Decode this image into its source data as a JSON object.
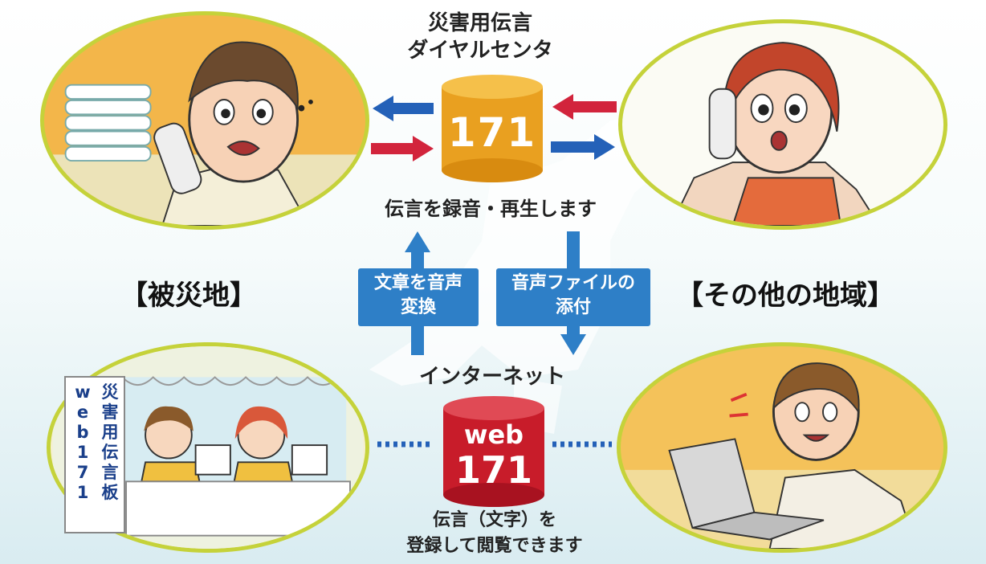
{
  "center_title": [
    "災害用伝言",
    "ダイヤルセンタ"
  ],
  "center_number": "171",
  "center_caption": "伝言を録音・再生します",
  "region_left": "【被災地】",
  "region_right": "【その他の地域】",
  "box_left": [
    "文章を音声",
    "変換"
  ],
  "box_right": [
    "音声ファイルの",
    "添付"
  ],
  "internet_label": "インターネット",
  "web_badge": {
    "top": "web",
    "number": "171"
  },
  "bottom_caption": [
    "伝言（文字）を",
    "登録して閲覧できます"
  ],
  "sign_columns": [
    "web171",
    "災害用伝言板"
  ],
  "colors": {
    "arrow_blue": "#2461b8",
    "arrow_red": "#d2243c",
    "box_blue": "#2e7fc7",
    "orange_drum": "#e9a020",
    "red_drum": "#c81c2a",
    "oval_border": "#c5d23a"
  }
}
